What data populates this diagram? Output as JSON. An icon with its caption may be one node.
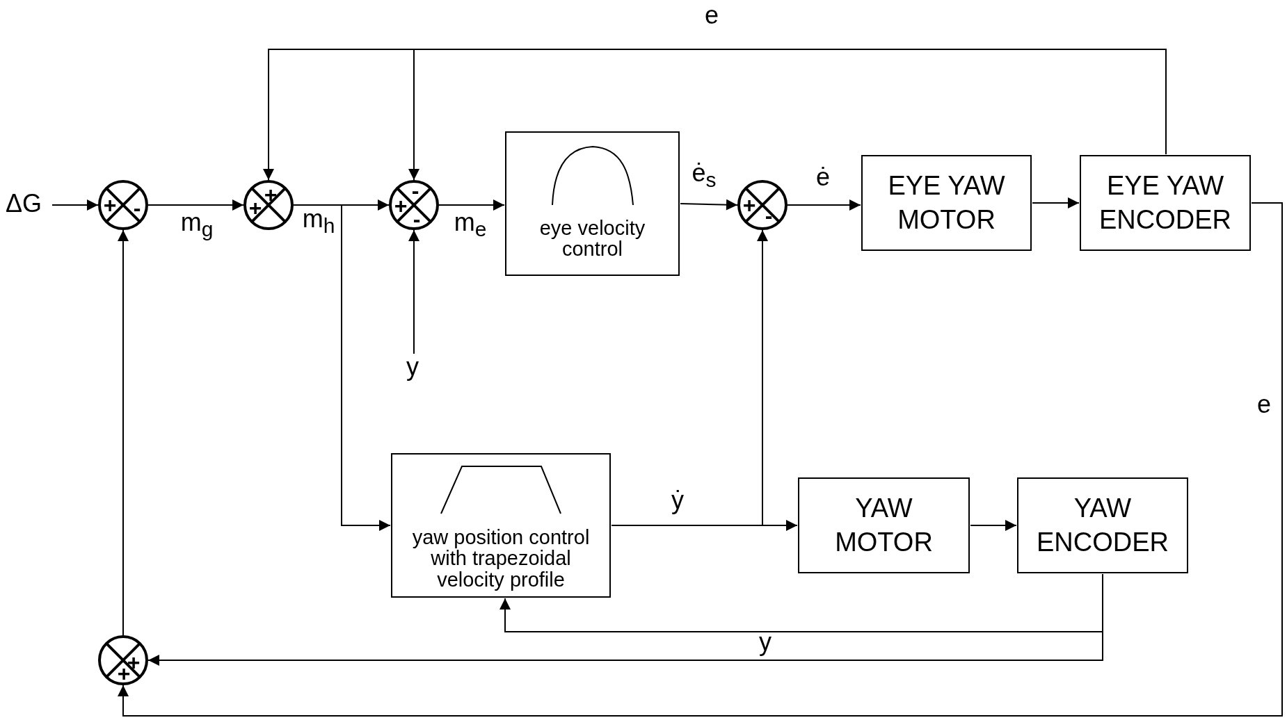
{
  "diagram": {
    "nodes": [
      {
        "text": [
          "+",
          "-"
        ]
      },
      {
        "text": [
          "+",
          "+"
        ]
      },
      {
        "text": [
          "+",
          "-",
          "-"
        ]
      },
      {
        "text": [
          "eye velocity control"
        ]
      },
      {
        "text": [
          "+",
          "-"
        ]
      },
      {
        "text": [
          "EYE YAW MOTOR"
        ]
      },
      {
        "text": [
          "EYE YAW ENCODER"
        ]
      },
      {
        "text": [
          "yaw position control with trapezoidal velocity profile"
        ]
      },
      {
        "text": [
          "YAW MOTOR"
        ]
      },
      {
        "text": [
          "YAW ENCODER"
        ]
      },
      {
        "text": [
          "+",
          "+"
        ]
      },
      {
        "text": [
          "ΔG"
        ]
      },
      {
        "text": [
          "y"
        ]
      }
    ],
    "edges": [
      {
        "from": 11,
        "to": 0,
        "arrow": "to"
      },
      {
        "from": 0,
        "to": 1,
        "arrow": "to",
        "label": "m$_{g}$"
      },
      {
        "from": 1,
        "to": 2,
        "arrow": "to",
        "label": "m$_{h}$"
      },
      {
        "from": 2,
        "to": 3,
        "arrow": "to",
        "label": "m$_{e}$"
      },
      {
        "from": 3,
        "to": 4,
        "arrow": "to",
        "label": "ė$_{s}$"
      },
      {
        "from": 4,
        "to": 5,
        "arrow": "to",
        "label": "ė"
      },
      {
        "from": 5,
        "to": 6,
        "arrow": "to"
      },
      {
        "from": 6,
        "to": 1,
        "arrow": "to",
        "label": "e"
      },
      {
        "from": 6,
        "to": 2,
        "arrow": "to"
      },
      {
        "from": 12,
        "to": 2,
        "arrow": "to"
      },
      {
        "from": 1,
        "to": 7,
        "arrow": "to"
      },
      {
        "from": 7,
        "to": 8,
        "arrow": "to",
        "label": "ẏ"
      },
      {
        "from": 7,
        "to": 4,
        "arrow": "to"
      },
      {
        "from": 8,
        "to": 9,
        "arrow": "to"
      },
      {
        "from": 9,
        "to": 7,
        "arrow": "to",
        "label": "y"
      },
      {
        "from": 9,
        "to": 10,
        "arrow": "to"
      },
      {
        "from": 6,
        "to": 10,
        "arrow": "to",
        "label": "e"
      },
      {
        "from": 10,
        "to": 0,
        "arrow": "to"
      }
    ]
  }
}
